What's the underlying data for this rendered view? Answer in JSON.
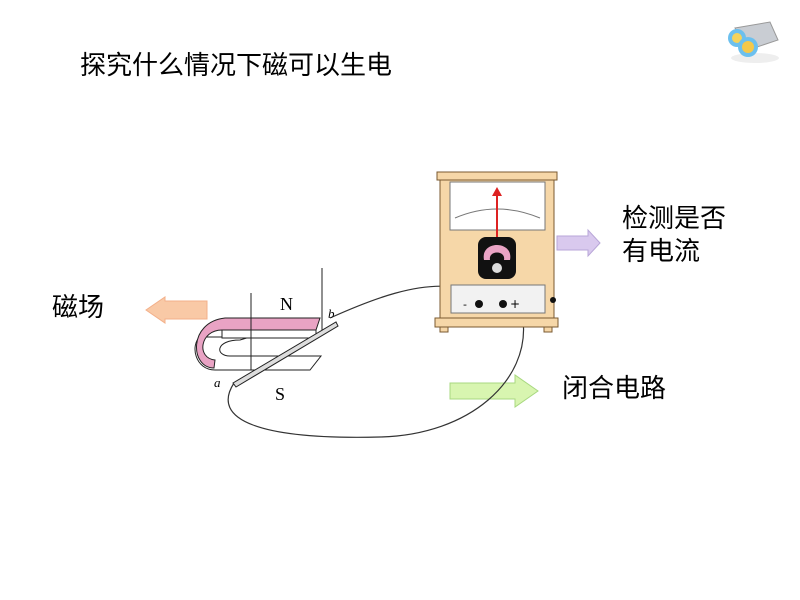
{
  "slide": {
    "title": "探究什么情况下磁可以生电",
    "labels": {
      "magnetic_field": "磁场",
      "detect_current_line1": "检测是否",
      "detect_current_line2": "有电流",
      "closed_circuit": "闭合电路"
    },
    "diagram": {
      "pole_north": "N",
      "pole_south": "S",
      "end_a": "a",
      "end_b": "b",
      "terminal_minus": "-",
      "terminal_plus": "+"
    },
    "icons": [
      "binoculars-icon"
    ],
    "colors": {
      "magnet": "#e9a3c4",
      "arrow_field": "#f9c9a6",
      "arrow_detect": "#d9c9ee",
      "arrow_circuit": "#d8f5b0",
      "meter_wood": "#f6d7a8"
    }
  }
}
